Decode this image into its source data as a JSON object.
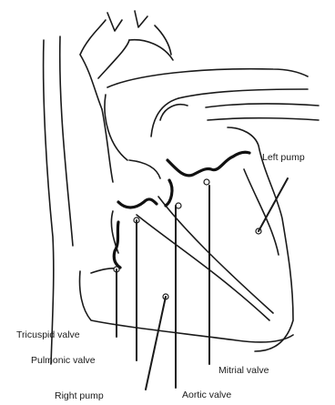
{
  "labels": {
    "left_pump": "Left pump",
    "tricuspid_valve": "Tricuspid valve",
    "pulmonic_valve": "Pulmonic valve",
    "mitral_valve": "Mitrial valve",
    "right_pump": "Right pump",
    "aortic_valve": "Aortic valve"
  },
  "colors": {
    "line": "#1a1a1a",
    "background": "#ffffff"
  }
}
